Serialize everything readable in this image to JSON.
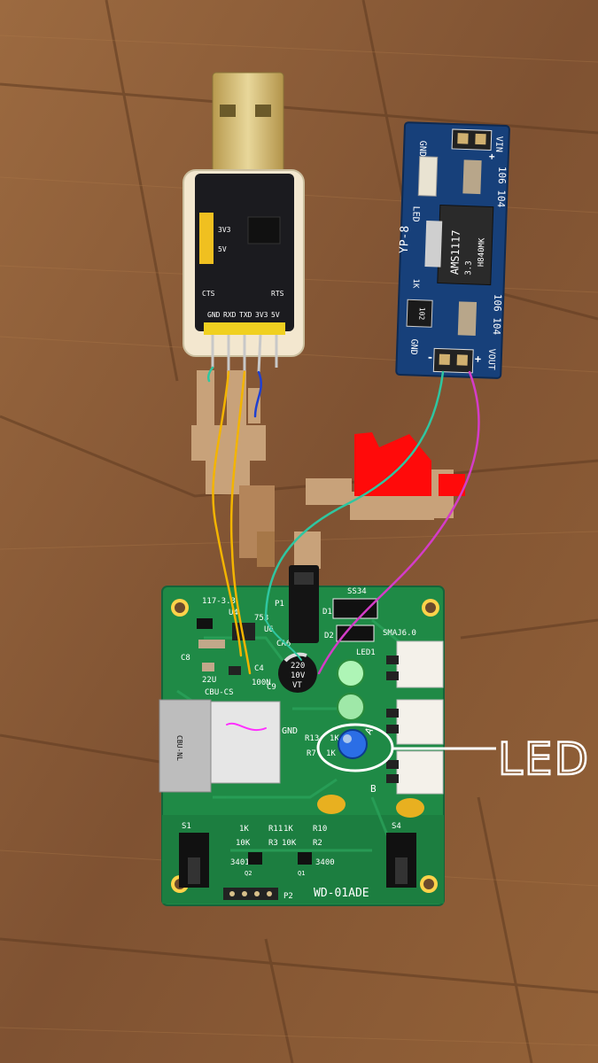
{
  "annotation": {
    "text": "LED"
  },
  "usb_adapter": {
    "pins_label": [
      "GND",
      "RXD",
      "TXD",
      "3V3",
      "5V"
    ],
    "top_labels": [
      "3V3",
      "5V",
      "CTS",
      "RTS"
    ]
  },
  "regulator": {
    "model": "YP-8",
    "chip_text": "AMS1117",
    "chip_sub": "3.3",
    "chip_code": "H840MK",
    "cap_code": "106 104",
    "vin_label": "VIN",
    "vout_label": "VOUT",
    "gnd_label": "GND",
    "led_label": "LED",
    "res_label": "1K",
    "res_code": "102",
    "plus": "+",
    "minus": "-"
  },
  "main_board": {
    "name": "WD-01ADE",
    "labels": {
      "u4": "117-3.3",
      "u4b": "U4",
      "p1": "P1",
      "ss34": "SS34",
      "d1": "D1",
      "d2": "D2",
      "smaj": "SMAJ6.0",
      "led1": "LED1",
      "u6": "U6",
      "c753": "753",
      "ca6": "CA6",
      "c8": "C8",
      "c22u": "22U",
      "c4": "C4",
      "c100n": "100N",
      "c9": "C9",
      "cap_v1": "220",
      "cap_v2": "10V",
      "cap_v3": "VT",
      "cbu1": "CBU-CS",
      "cbu2": "CBU-NL",
      "gnd": "GND",
      "r13": "R13",
      "r7": "R7",
      "onek": "1K",
      "a": "A",
      "b": "B",
      "s1": "S1",
      "s4": "S4",
      "r11": "R11",
      "r10": "R10",
      "r3": "R3",
      "r2": "R2",
      "tenk": "10K",
      "q3401": "3401",
      "q3400": "3400",
      "q2": "Q2",
      "q1": "Q1",
      "p2": "P2"
    }
  },
  "colors": {
    "wood": "#8a5a35",
    "pcb_green": "#1f8a46",
    "pcb_blue": "#17407a",
    "wire_yellow": "#f3b400",
    "wire_teal": "#2fc6a0",
    "wire_magenta": "#d43cc8",
    "wire_blue": "#2040d0",
    "paint_red": "#ff0a0a",
    "paint_tan": "#c8a27a"
  }
}
